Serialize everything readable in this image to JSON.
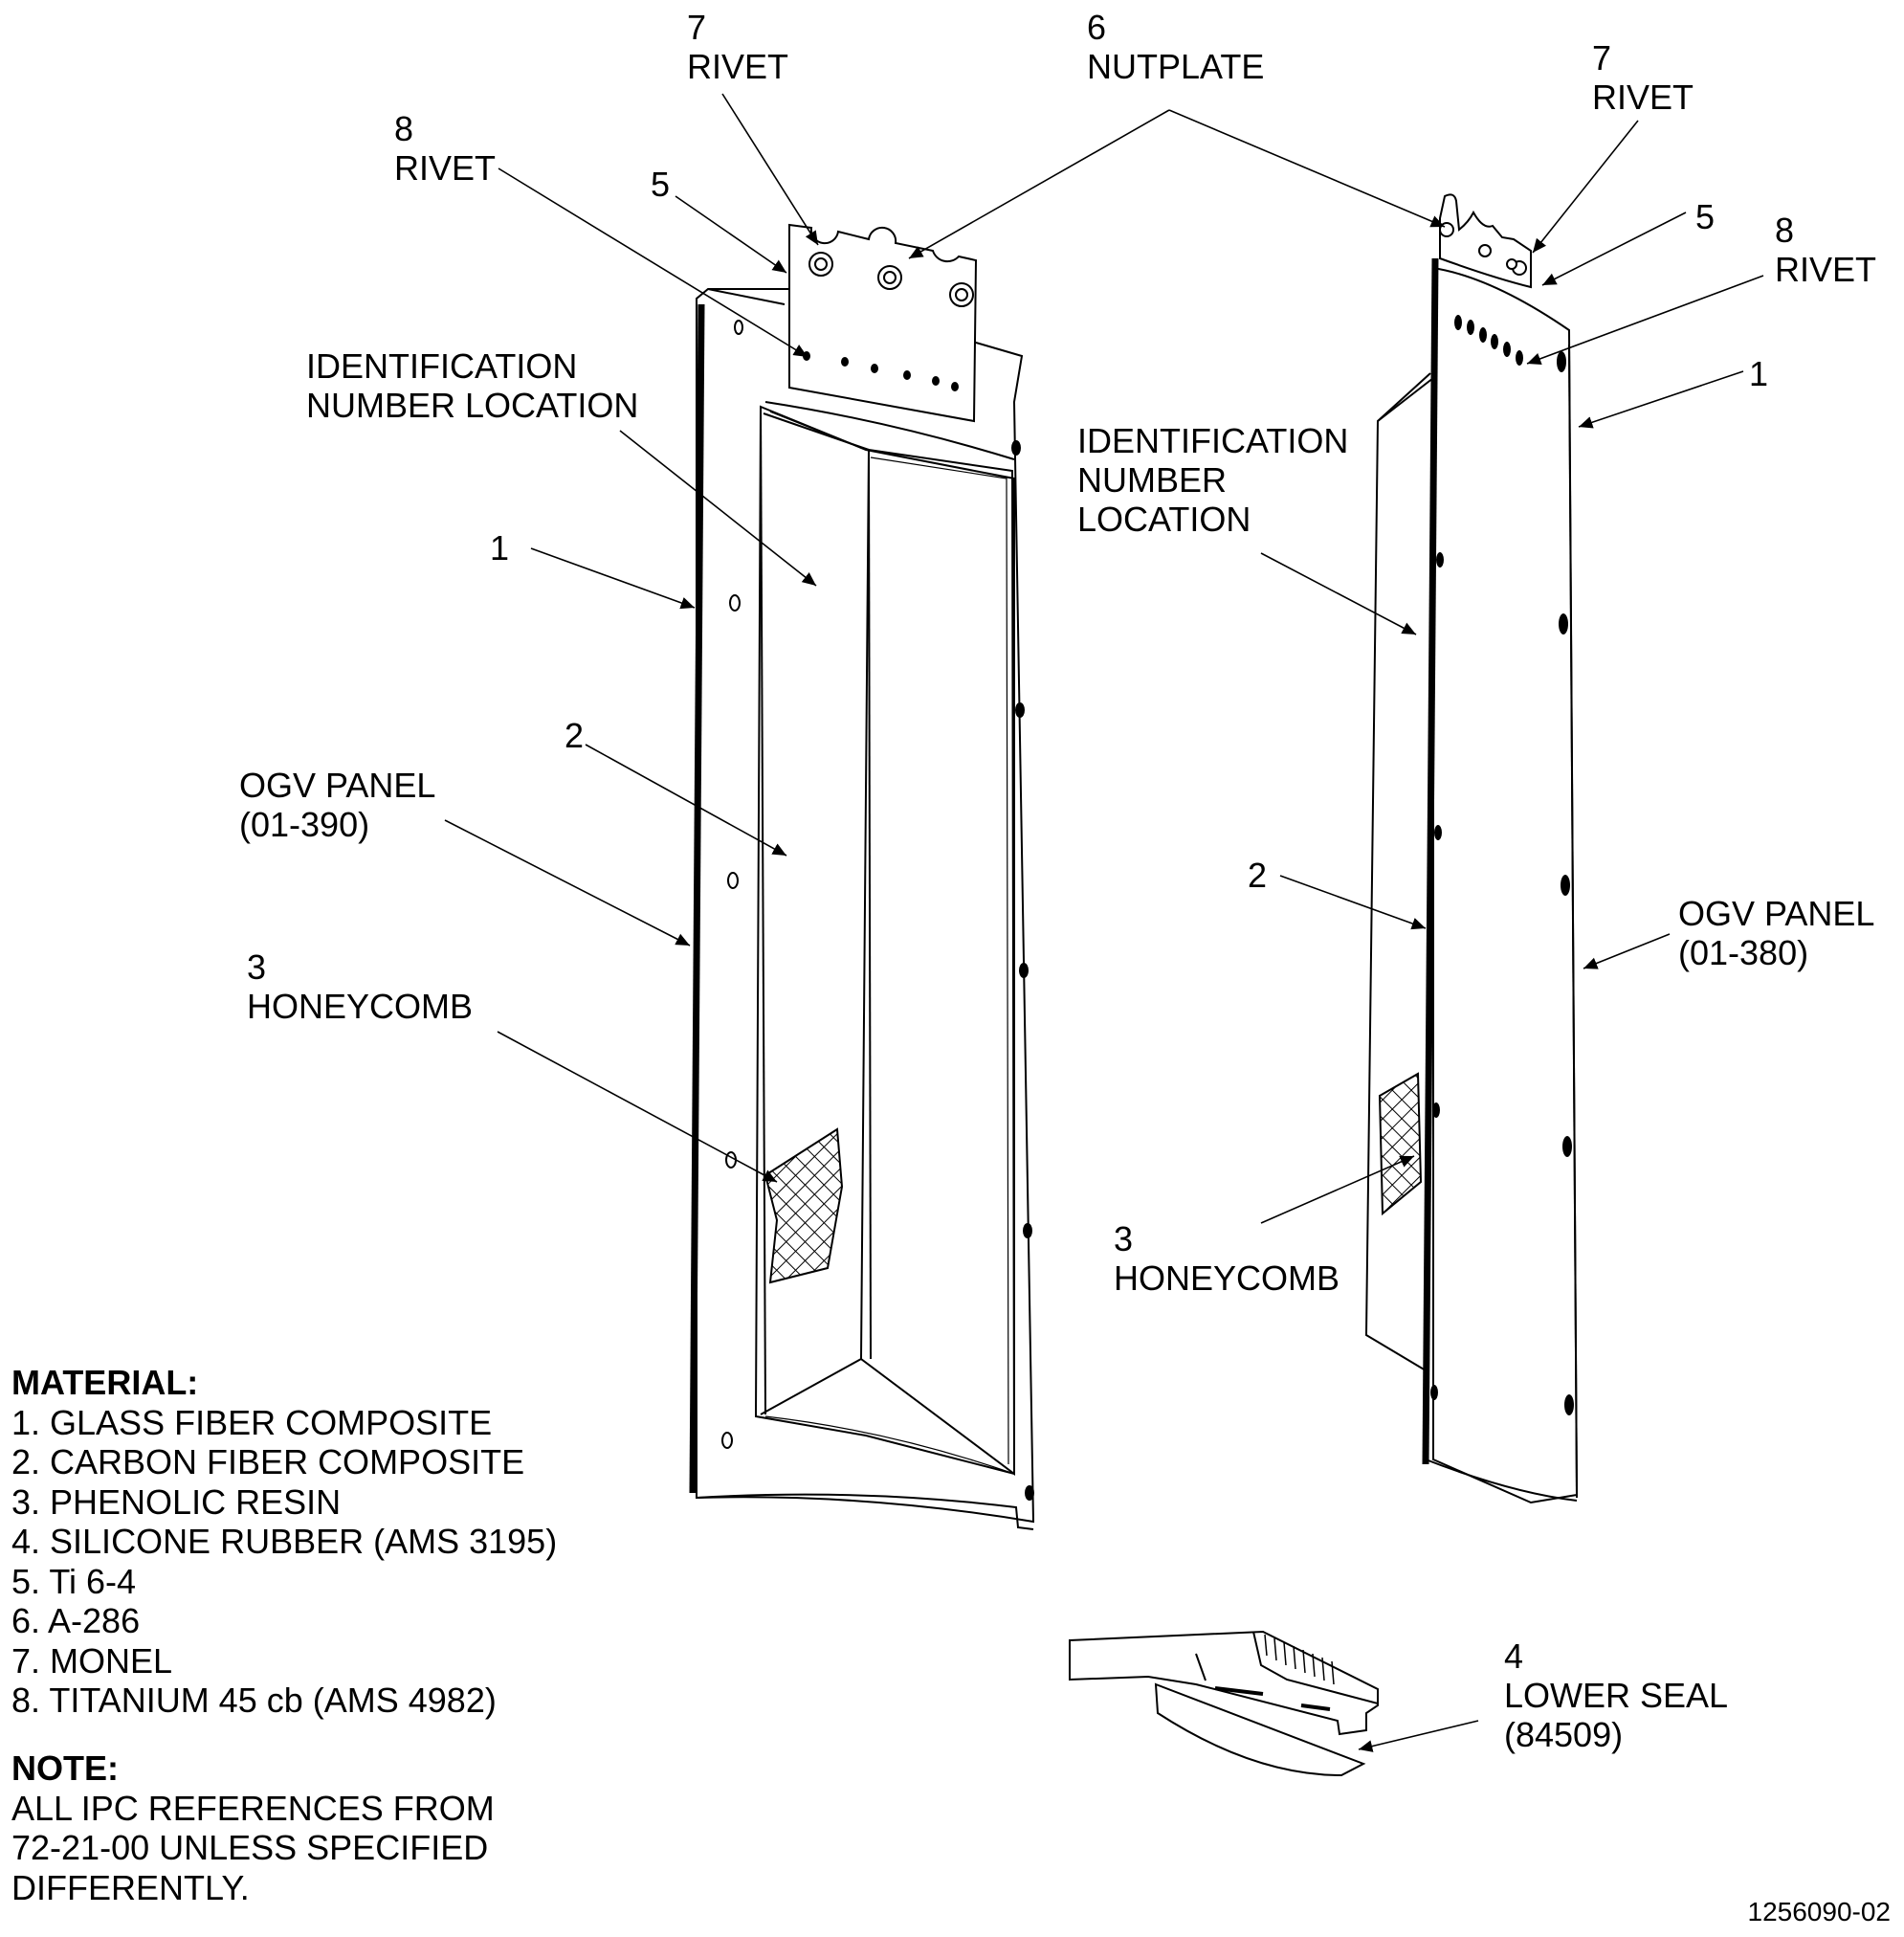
{
  "labels": {
    "rivet7_left": [
      "7",
      "RIVET"
    ],
    "nutplate6": [
      "6",
      "NUTPLATE"
    ],
    "rivet7_right": [
      "7",
      "RIVET"
    ],
    "rivet8_left": [
      "8",
      "RIVET"
    ],
    "item5_left": "5",
    "item5_right": "5",
    "rivet8_right": [
      "8",
      "RIVET"
    ],
    "item1_right": "1",
    "id_loc_left": [
      "IDENTIFICATION",
      "NUMBER LOCATION"
    ],
    "id_loc_right": [
      "IDENTIFICATION",
      "NUMBER",
      "LOCATION"
    ],
    "item1_left": "1",
    "item2_left": "2",
    "ogv_left": [
      "OGV PANEL",
      "(01-390)"
    ],
    "item2_right": "2",
    "ogv_right": [
      "OGV PANEL",
      "(01-380)"
    ],
    "honey_left": [
      "3",
      "HONEYCOMB"
    ],
    "honey_right": [
      "3",
      "HONEYCOMB"
    ],
    "lower_seal": [
      "4",
      "LOWER SEAL",
      "(84509)"
    ]
  },
  "material": {
    "heading": "MATERIAL:",
    "items": [
      "1. GLASS FIBER COMPOSITE",
      "2. CARBON FIBER COMPOSITE",
      "3. PHENOLIC RESIN",
      "4. SILICONE RUBBER (AMS 3195)",
      "5. Ti 6-4",
      "6. A-286",
      "7. MONEL",
      "8. TITANIUM 45 cb (AMS 4982)"
    ]
  },
  "note": {
    "heading": "NOTE:",
    "lines": [
      "ALL IPC REFERENCES FROM",
      "72-21-00 UNLESS SPECIFIED",
      "DIFFERENTLY."
    ]
  },
  "figure_number": "1256090-02"
}
